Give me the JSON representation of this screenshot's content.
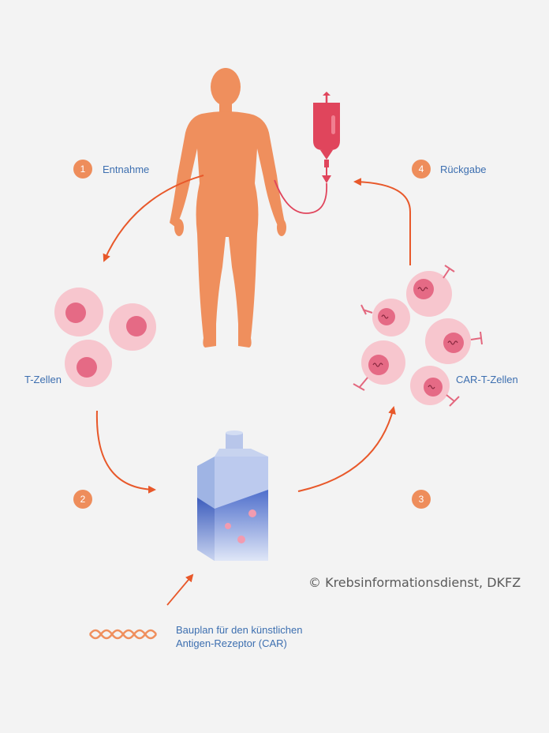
{
  "steps": [
    {
      "number": "1",
      "label": "Entnahme"
    },
    {
      "number": "2",
      "label": ""
    },
    {
      "number": "3",
      "label": ""
    },
    {
      "number": "4",
      "label": "Rückgabe"
    }
  ],
  "labels": {
    "t_cells": "T-Zellen",
    "car_t_cells": "CAR-T-Zellen",
    "blueprint_line1": "Bauplan für den künstlichen",
    "blueprint_line2": "Antigen-Rezeptor (CAR)"
  },
  "copyright": "© Krebsinformationsdienst, DKFZ",
  "colors": {
    "background": "#f3f3f3",
    "body": "#ef8f5d",
    "arrow": "#e8582a",
    "badge": "#ee8d5b",
    "label_text": "#3d6fb0",
    "cell_outer": "#f7c6ce",
    "cell_nucleus": "#e56a85",
    "receptor": "#e3677e",
    "blood_bag": "#e0455c",
    "bottle": "#7f9bd6"
  },
  "icons": [
    "human-body-icon",
    "infusion-bag-icon",
    "culture-flask-icon",
    "dna-strand-icon",
    "t-cell-icon",
    "car-t-cell-icon"
  ]
}
